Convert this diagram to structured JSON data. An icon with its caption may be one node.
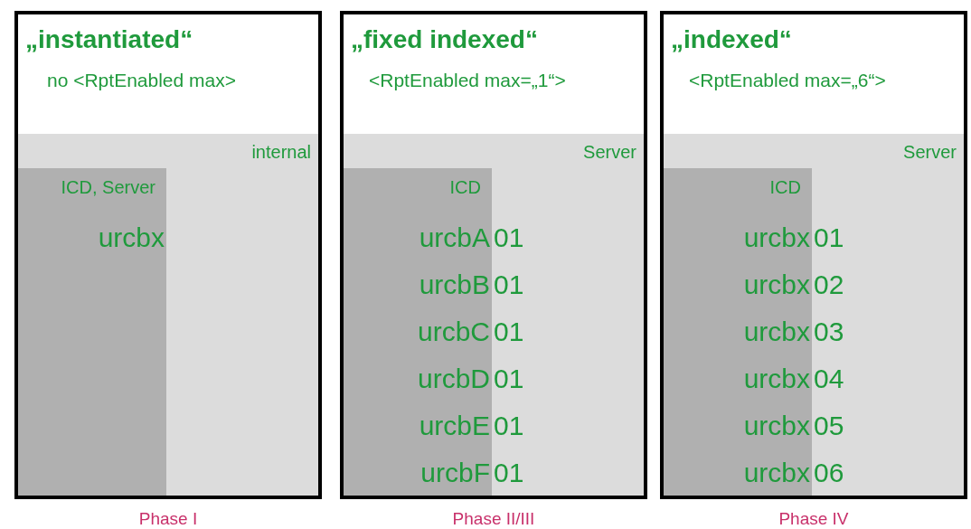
{
  "diagram": {
    "nodes": [
      {
        "text": [
          "„instantiated“",
          "no <RptEnabled max>"
        ],
        "beside": [
          "Phase I"
        ]
      },
      {
        "text": [
          "internal"
        ],
        "in": 0
      },
      {
        "text": [
          "ICD, Server",
          "urcbx"
        ],
        "in": 1
      },
      {
        "text": [
          "„fixed indexed“",
          "<RptEnabled max=„1“>"
        ],
        "beside": [
          "Phase II/III"
        ]
      },
      {
        "text": [
          "Server",
          "01",
          "01",
          "01",
          "01",
          "01",
          "01"
        ],
        "in": 3
      },
      {
        "text": [
          "ICD",
          "urcbA",
          "urcbB",
          "urcbC",
          "urcbD",
          "urcbE",
          "urcbF"
        ],
        "in": 4
      },
      {
        "text": [
          "„indexed“",
          "<RptEnabled max=„6“>"
        ],
        "beside": [
          "Phase IV"
        ]
      },
      {
        "text": [
          "Server",
          "01",
          "02",
          "03",
          "04",
          "05",
          "06"
        ],
        "in": 6
      },
      {
        "text": [
          "ICD",
          "urcbx",
          "urcbx",
          "urcbx",
          "urcbx",
          "urcbx",
          "urcbx"
        ],
        "in": 7
      }
    ],
    "edges": []
  }
}
